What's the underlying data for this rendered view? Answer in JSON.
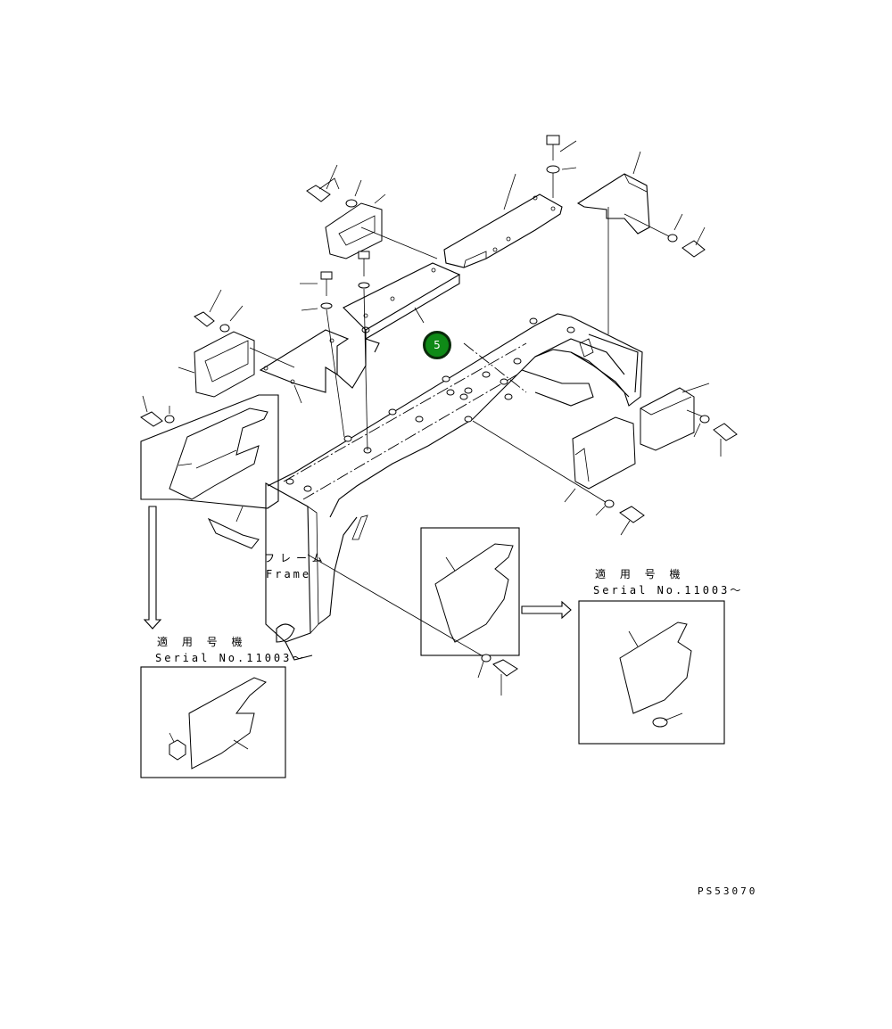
{
  "callout": {
    "number": "5",
    "fill": "#0f8a17",
    "border": "#0b2a0b"
  },
  "frame_label": {
    "jp": "フレーム",
    "en": "Frame"
  },
  "serial_note_left": {
    "jp": "適 用 号 機",
    "en": "Serial No.11003〜"
  },
  "serial_note_right": {
    "jp": "適 用 号 機",
    "en": "Serial No.11003〜"
  },
  "drawing_code": "PS53070"
}
